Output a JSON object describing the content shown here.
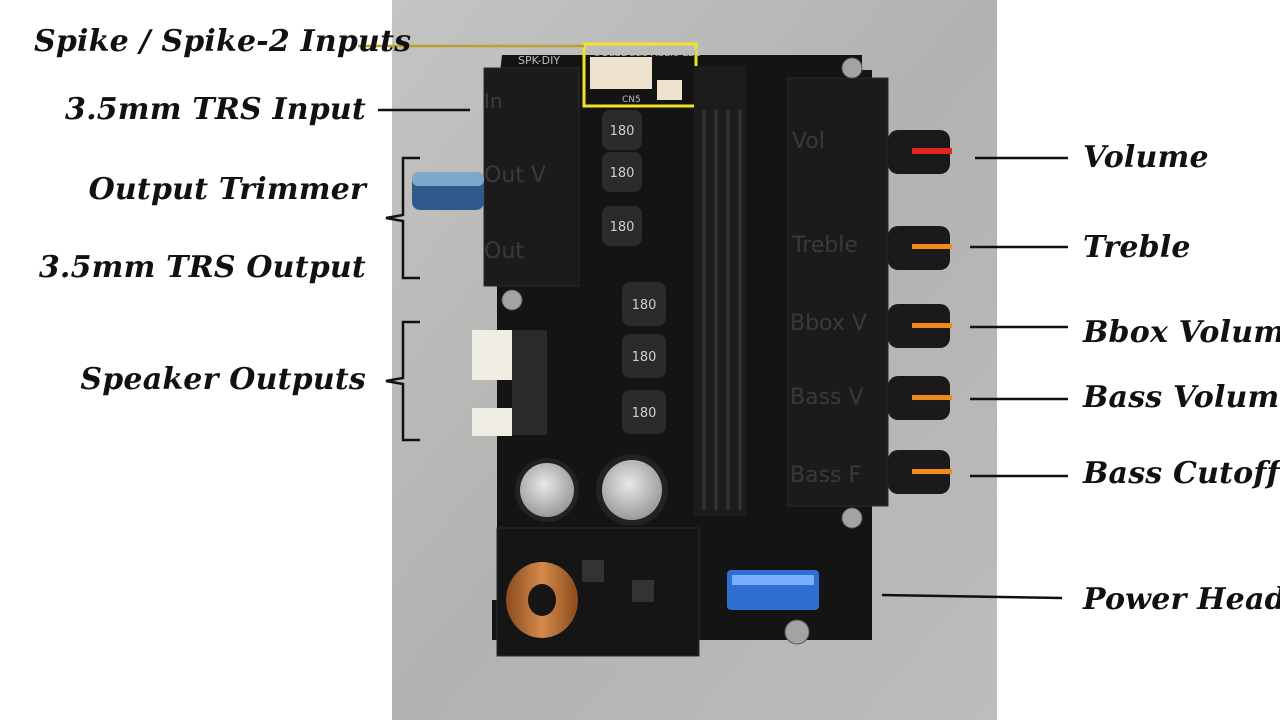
{
  "photo": {
    "silkscreen": [
      "SPK-DIY",
      "©SubDude Audio LLC",
      "CN5",
      "180"
    ],
    "enclosure_left": [
      "In",
      "Out V",
      "Out"
    ],
    "enclosure_right": [
      "Vol",
      "Treble",
      "Bbox V",
      "Bass V",
      "Bass F"
    ]
  },
  "labels_left": [
    {
      "text": "Spike / Spike-2  Inputs"
    },
    {
      "text": "3.5mm TRS Input"
    },
    {
      "text": "Output Trimmer"
    },
    {
      "text": "3.5mm TRS Output"
    },
    {
      "text": "Speaker Outputs"
    }
  ],
  "labels_right": [
    {
      "text": "Volume"
    },
    {
      "text": "Treble"
    },
    {
      "text": "Bbox Volume"
    },
    {
      "text": "Bass Volume"
    },
    {
      "text": "Bass Cutoff"
    },
    {
      "text": "Power Header"
    }
  ],
  "colors": {
    "highlight_box": "#f2e22a",
    "knob_vol_stripe": "#e52424",
    "knob_stripe": "#f08a1a",
    "pcb": "#151515"
  }
}
